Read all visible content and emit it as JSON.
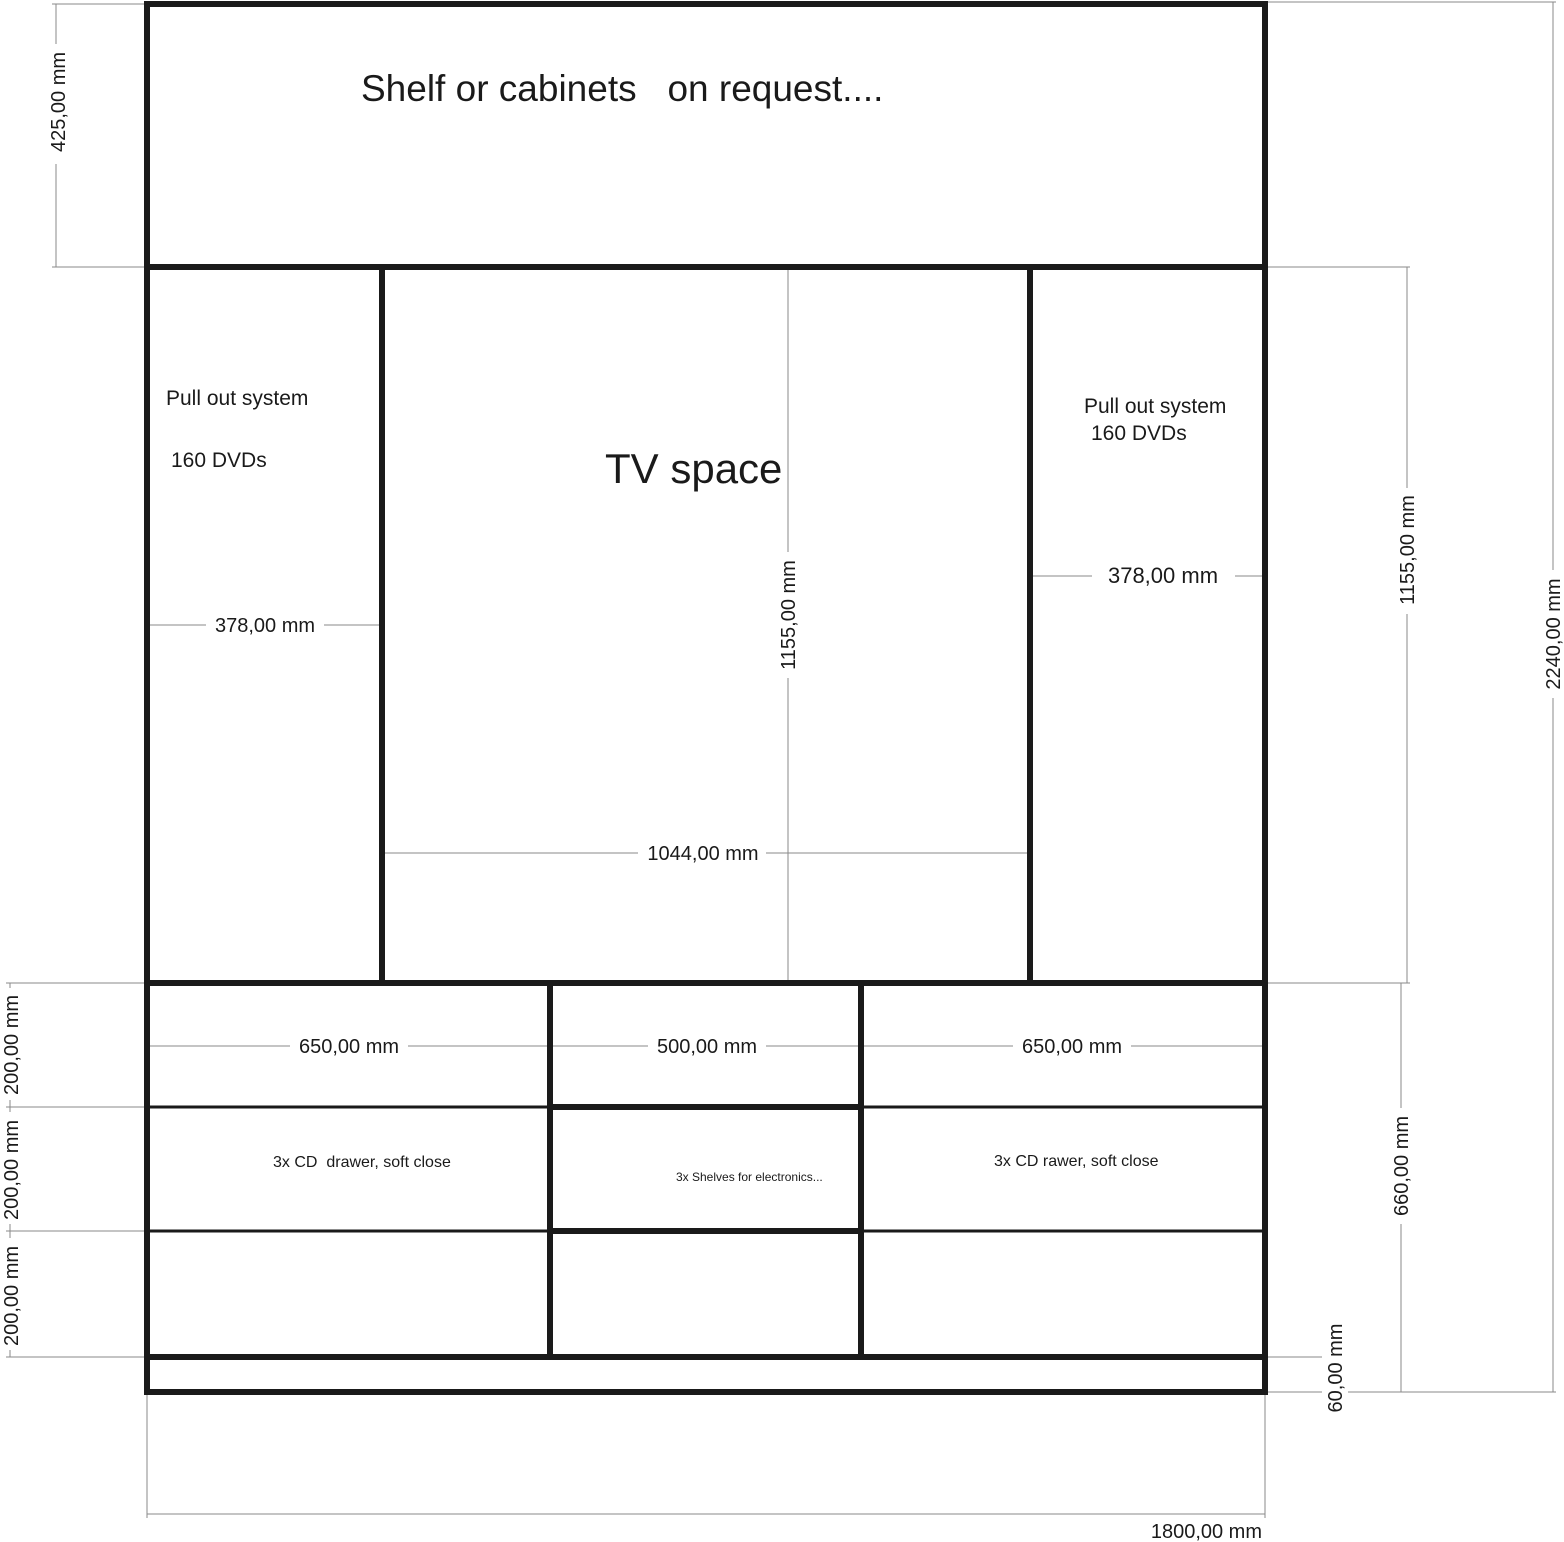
{
  "labels": {
    "top_section": "Shelf or cabinets   on request....",
    "left_pullout_title": "Pull out system",
    "left_pullout_count": "160 DVDs",
    "right_pullout_title": "Pull out system",
    "right_pullout_count": "160 DVDs",
    "tv_space": "TV space",
    "left_drawer": "3x CD  drawer, soft close",
    "middle_shelves": "3x Shelves for electronics...",
    "right_drawer": "3x CD rawer, soft close"
  },
  "dimensions": {
    "top_height": "425,00 mm",
    "middle_height_right": "1155,00 mm",
    "total_height": "2240,00 mm",
    "left_pullout_width": "378,00 mm",
    "right_pullout_width": "378,00 mm",
    "tv_height": "1155,00 mm",
    "tv_width": "1044,00 mm",
    "left_drawer_width": "650,00 mm",
    "middle_shelf_width": "500,00 mm",
    "right_drawer_width": "650,00 mm",
    "drawer_row_1": "200,00 mm",
    "drawer_row_2": "200,00 mm",
    "drawer_row_3": "200,00 mm",
    "lower_height": "660,00 mm",
    "plinth_height": "60,00 mm",
    "total_width": "1800,00 mm"
  }
}
